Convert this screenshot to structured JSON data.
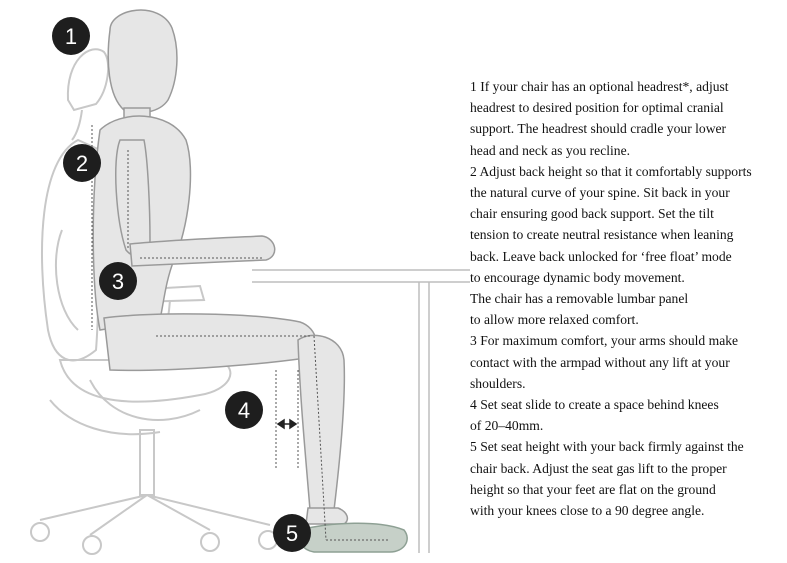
{
  "instructions": [
    "1 If your chair has an optional headrest*, adjust",
    "headrest to desired position for optimal cranial",
    "support. The headrest should cradle your lower",
    "head and neck as you recline.",
    "2 Adjust back height so that it comfortably supports",
    "the natural curve of your spine. Sit back in your",
    "chair ensuring good back support. Set the tilt",
    "tension to create neutral resistance when leaning",
    "back. Leave back unlocked for ‘free float’ mode",
    "to encourage dynamic body movement.",
    "The chair has a removable lumbar panel",
    "to allow more relaxed comfort.",
    "3 For maximum comfort, your arms should make",
    "contact with the armpad without any lift at your",
    "shoulders.",
    "4 Set seat slide to create a space behind knees",
    "of 20–40mm.",
    "5 Set seat height with your back firmly against the",
    "chair back. Adjust the seat gas lift to the proper",
    "height so that your feet are flat on the ground",
    "with your knees close to a 90 degree angle."
  ],
  "badges": [
    "1",
    "2",
    "3",
    "4",
    "5"
  ],
  "colors": {
    "badge_fill": "#1e1e1e",
    "figure_fill": "#e6e6e6",
    "figure_stroke": "#8a8a8a",
    "chair_stroke": "#c8c8c8",
    "foot_rest": "#c6d0c8"
  }
}
